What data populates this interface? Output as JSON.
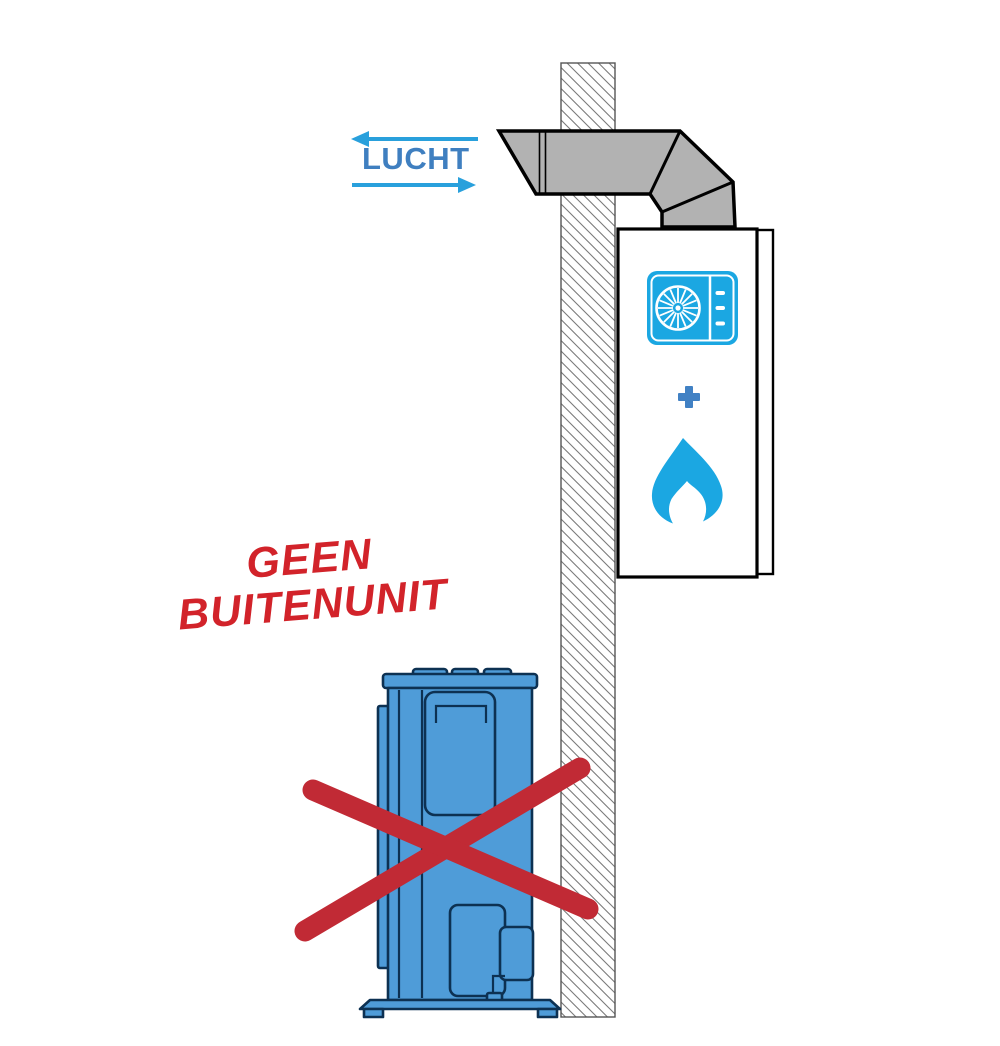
{
  "diagram": {
    "air_label": "LUCHT",
    "warning_line1": "GEEN",
    "warning_line2": "BUITENUNIT"
  },
  "icons": {
    "heat_pump_badge": "heat-pump-fan-icon",
    "gas_flame": "gas-flame-icon",
    "plus": "plus-icon",
    "air_arrows": "air-flow-arrows-icon",
    "prohibition_cross": "red-cross-icon"
  },
  "colors": {
    "icon_blue": "#1ba7e2",
    "arrow_blue": "#29a0dc",
    "label_blue": "#3f7fc0",
    "plus_blue": "#4181c4",
    "unit_blue": "#4f9cd8",
    "unit_outline": "#0d3152",
    "warning_red": "#d2232a",
    "cross_red": "#c12a35",
    "duct_gray": "#b2b2b2",
    "wall_outline": "#555555",
    "outline_black": "#000000"
  }
}
